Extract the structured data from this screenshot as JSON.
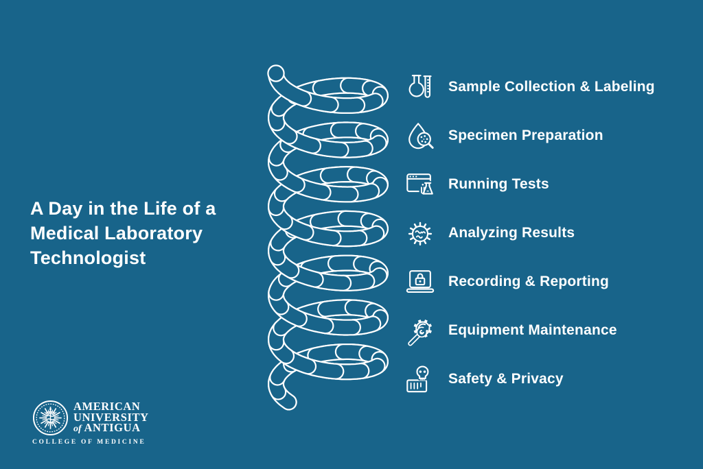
{
  "title": "A Day in the Life of a Medical Laboratory Technologist",
  "steps": [
    {
      "label": "Sample Collection & Labeling",
      "icon": "flask-test-tube-icon"
    },
    {
      "label": "Specimen Preparation",
      "icon": "droplet-magnifier-icon"
    },
    {
      "label": "Running Tests",
      "icon": "browser-flask-icon"
    },
    {
      "label": "Analyzing Results",
      "icon": "virus-icon"
    },
    {
      "label": "Recording & Reporting",
      "icon": "laptop-lock-icon"
    },
    {
      "label": "Equipment Maintenance",
      "icon": "wrench-gear-icon"
    },
    {
      "label": "Safety & Privacy",
      "icon": "skull-container-icon"
    }
  ],
  "logo": {
    "line1": "AMERICAN",
    "line2": "UNIVERSITY",
    "line3_of": "of",
    "line3_name": "ANTIGUA",
    "line4": "COLLEGE OF MEDICINE"
  },
  "colors": {
    "background": "#18648a",
    "foreground": "#ffffff"
  }
}
